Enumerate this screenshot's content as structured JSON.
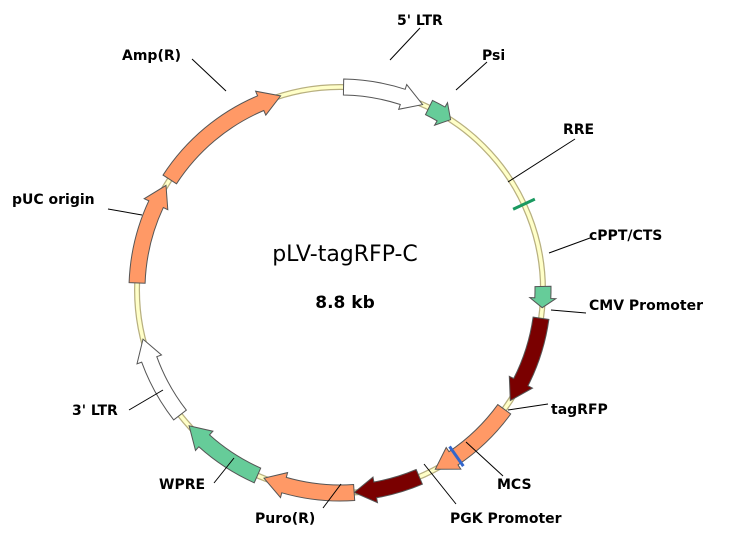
{
  "plasmid": {
    "name": "pLV-tagRFP-C",
    "size": "8.8 kb",
    "backbone_color": "#ffffc8"
  },
  "features": [
    {
      "id": "ltr5",
      "label": "5' LTR",
      "type": "arrow",
      "start": 1,
      "end": 24,
      "color": "#ffffff"
    },
    {
      "id": "psi",
      "label": "Psi",
      "type": "arrow",
      "start": 26,
      "end": 33,
      "color": "#66cc99"
    },
    {
      "id": "rre",
      "label": "RRE",
      "type": "tick",
      "pos": 65,
      "color": "#1a9960"
    },
    {
      "id": "cppt",
      "label": "cPPT/CTS",
      "type": "arrow",
      "start": 89,
      "end": 95,
      "color": "#66cc99"
    },
    {
      "id": "cmv",
      "label": "CMV Promoter",
      "type": "arrow",
      "start": 98,
      "end": 123,
      "color": "#7a0000"
    },
    {
      "id": "tagrfp",
      "label": "tagRFP",
      "type": "arrow",
      "start": 126,
      "end": 152,
      "color": "#ff9966"
    },
    {
      "id": "mcs",
      "label": "MCS",
      "type": "tick",
      "pos": 145,
      "color": "#3366cc"
    },
    {
      "id": "pgk",
      "label": "PGK Promoter",
      "type": "arrow",
      "start": 157,
      "end": 176,
      "color": "#7a0000"
    },
    {
      "id": "puro",
      "label": "Puro(R)",
      "type": "arrow",
      "start": 176,
      "end": 202,
      "color": "#ff9966"
    },
    {
      "id": "wpre",
      "label": "WPRE",
      "type": "arrow",
      "start": 204,
      "end": 228,
      "color": "#66cc99"
    },
    {
      "id": "ltr3",
      "label": "3' LTR",
      "type": "arrow",
      "start": 232,
      "end": 256,
      "color": "#ffffff"
    },
    {
      "id": "puc",
      "label": "pUC origin",
      "type": "arrow",
      "start": 272,
      "end": 301,
      "color": "#ff9966"
    },
    {
      "id": "amp",
      "label": "Amp(R)",
      "type": "arrow",
      "start": 303,
      "end": 343,
      "color": "#ff9966"
    }
  ]
}
